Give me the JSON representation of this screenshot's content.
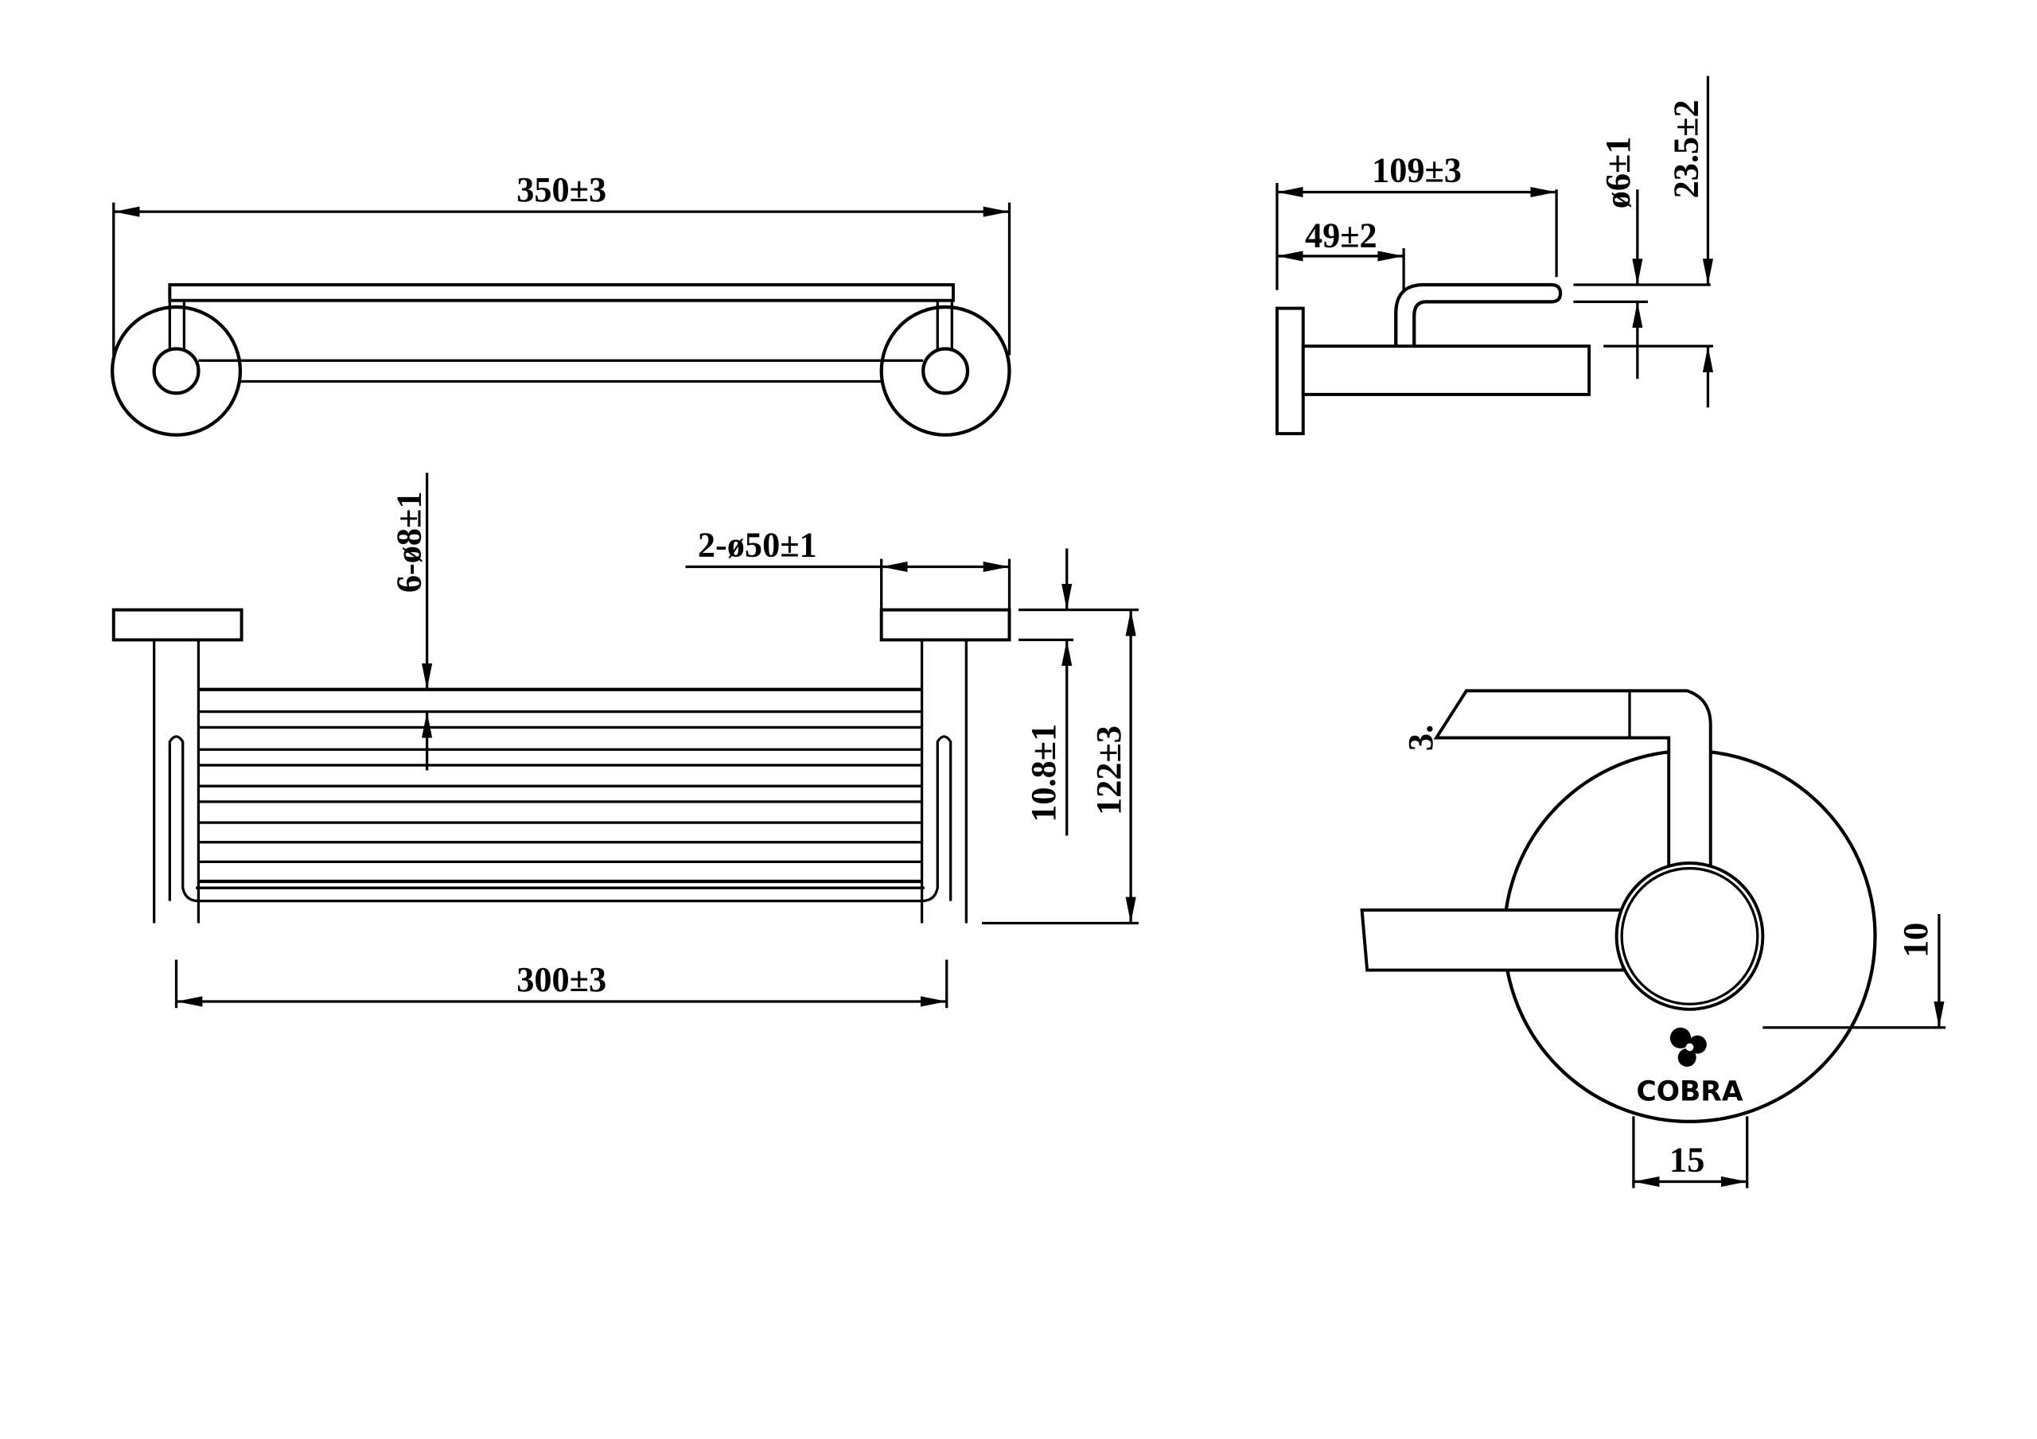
{
  "drawing": {
    "top_view": {
      "width_dim": "350±3"
    },
    "side_view": {
      "depth_dim": "109±3",
      "hook_offset_dim": "49±2",
      "hook_dia_dim": "ø6±1",
      "height_dim": "23.5±2"
    },
    "front_view": {
      "rod_dim": "6-ø8±1",
      "rosette_dim": "2-ø50±1",
      "basket_height_dim": "10.8±1",
      "total_height_dim": "122±3",
      "inner_width_dim": "300±3"
    },
    "detail_view": {
      "bevel_dim": "3.",
      "offset_dim": "10",
      "arm_width_dim": "15",
      "logo_text": "COBRA"
    }
  },
  "colors": {
    "line": "#000000",
    "background": "#ffffff"
  }
}
